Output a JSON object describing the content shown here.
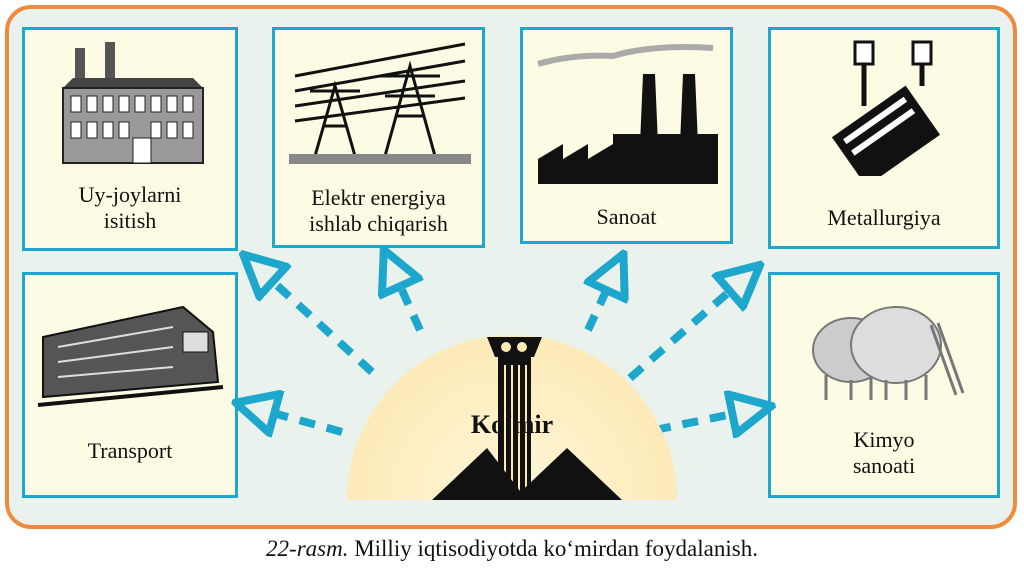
{
  "center": {
    "label": "Ko‘mir",
    "icon": "mine-tower-icon"
  },
  "boxes": [
    {
      "label_lines": [
        "Uy-joylarni",
        "isitish"
      ],
      "icon": "building-icon"
    },
    {
      "label_lines": [
        "Elektr energiya",
        "ishlab chiqarish"
      ],
      "icon": "power-line-icon"
    },
    {
      "label_lines": [
        "Sanoat"
      ],
      "icon": "factory-icon"
    },
    {
      "label_lines": [
        "Metallurgiya"
      ],
      "icon": "ladle-crane-icon"
    },
    {
      "label_lines": [
        "Transport"
      ],
      "icon": "locomotive-icon"
    },
    {
      "label_lines": [
        "Kimyo",
        "sanoati"
      ],
      "icon": "gas-tanks-icon"
    }
  ],
  "caption": {
    "figure": "22-rasm.",
    "text": " Milliy iqtisodiyotda ko‘mirdan foydalanish."
  },
  "colors": {
    "frame": "#f08a3c",
    "box_border": "#1da7cc",
    "arrow": "#1da7cc",
    "box_bg": "#fdfbe4",
    "bg": "#e9f2ec"
  }
}
